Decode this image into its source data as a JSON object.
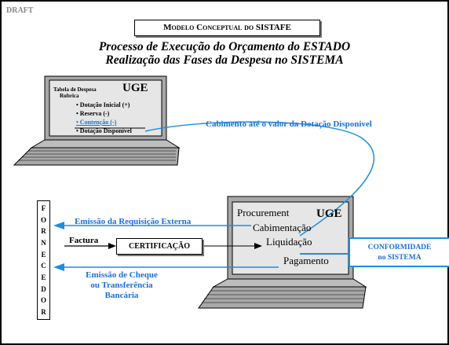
{
  "draft": "DRAFT",
  "title": "Modelo Conceptual do SISTAFE",
  "subtitle1": "Processo de Execução do Orçamento do ESTADO",
  "subtitle2": "Realização das Fases da Despesa no SISTEMA",
  "laptop1": {
    "uge": "UGE",
    "heading1": "Tabela de Despesa",
    "heading2": "Rubrica",
    "items": [
      "• Dotação Inicial (+)",
      "• Reserva (-)",
      "• Contenção (-)",
      "• Dotação Disponível"
    ]
  },
  "cabimento_label": "Cabimento até o valor da Dotação Disponivel",
  "fornecedor_letters": [
    "F",
    "O",
    "R",
    "N",
    "E",
    "C",
    "E",
    "D",
    "O",
    "R"
  ],
  "emissao_requisicao": "Emissão da Requisição Externa",
  "factura": "Factura",
  "certificacao": "CERTIFICAÇÃO",
  "emissao_cheque": [
    "Emissão de Cheque",
    "ou Transferência",
    "Bancária"
  ],
  "laptop2": {
    "uge": "UGE",
    "phases": [
      "Procurement",
      "Cabimentação",
      "Liquidação",
      "Pagamento"
    ]
  },
  "conformidade": [
    "CONFORMIDADE",
    "no SISTEMA"
  ],
  "colors": {
    "blue": "#1a6fd9",
    "laptop_body": "#a8a8a8",
    "screen": "#e6e6e6"
  }
}
